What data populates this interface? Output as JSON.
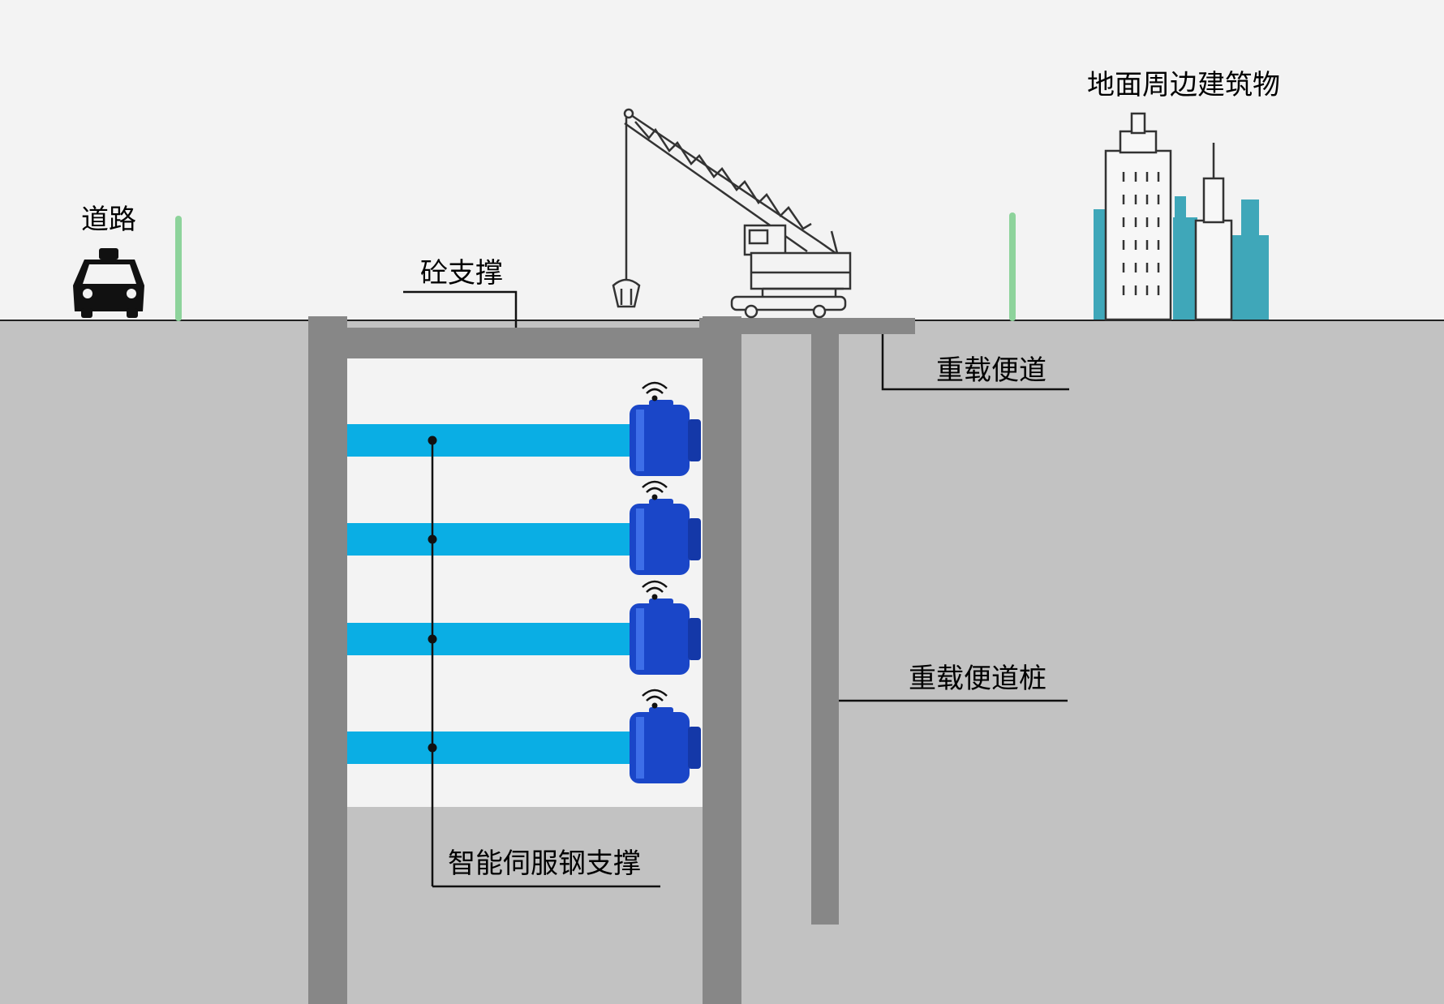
{
  "labels": {
    "road": "道路",
    "concrete_support": "砼支撑",
    "surrounding_buildings": "地面周边建筑物",
    "heavy_trestle": "重载便道",
    "heavy_trestle_pile": "重载便道桩",
    "smart_servo_steel_support": "智能伺服钢支撑"
  },
  "colors": {
    "sky": "#f3f3f3",
    "soil": "#c2c2c2",
    "wall": "#878787",
    "strut": "#0aaee4",
    "servo_body": "#1a46c8",
    "building_teal": "#3fa7b9",
    "pole_green": "#8dd39b",
    "ink": "#000000"
  },
  "icons": {
    "car": "taxi-icon",
    "crane": "crawler-crane-icon",
    "servo": "servo-jack-icon",
    "wireless": "wifi-signal-icon",
    "buildings": "city-buildings-icon"
  },
  "steel_support_levels": 4
}
